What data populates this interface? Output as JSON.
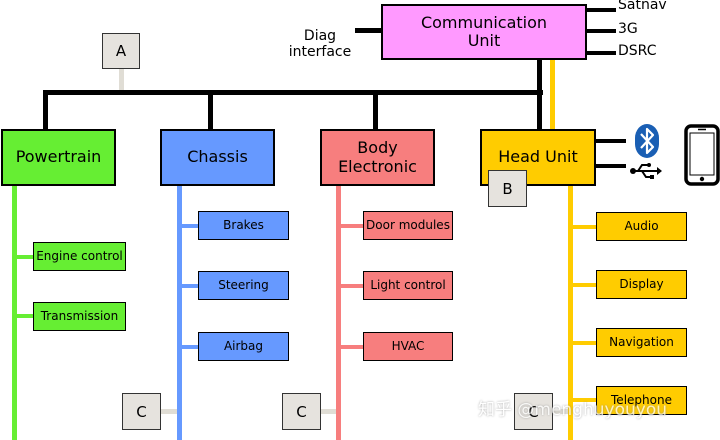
{
  "colors": {
    "comm": "#ff99ff",
    "powertrain": "#66ee33",
    "chassis": "#6699ff",
    "body": "#f77e7e",
    "head": "#ffcc00",
    "bus": "#000000",
    "tag_fill": "#e6e3de",
    "tag_line": "#e0ddd5"
  },
  "comm_unit": {
    "label": "Communication\nUnit"
  },
  "diag": {
    "label": "Diag\ninterface"
  },
  "comm_outputs": [
    "Satnav",
    "3G",
    "DSRC"
  ],
  "domains": {
    "powertrain": {
      "label": "Powertrain",
      "subs": [
        "Engine control",
        "Transmission"
      ]
    },
    "chassis": {
      "label": "Chassis",
      "subs": [
        "Brakes",
        "Steering",
        "Airbag"
      ]
    },
    "body": {
      "label": "Body\nElectronic",
      "subs": [
        "Door modules",
        "Light control",
        "HVAC"
      ]
    },
    "head": {
      "label": "Head Unit",
      "subs": [
        "Audio",
        "Display",
        "Navigation",
        "Telephone"
      ]
    }
  },
  "tags": {
    "a": "A",
    "b": "B",
    "c1": "C",
    "c2": "C",
    "c3": "C"
  },
  "icons": {
    "bluetooth": "bluetooth-icon",
    "usb": "usb-icon",
    "phone": "smartphone-icon"
  },
  "watermark": "知乎 @menghuyouyou"
}
